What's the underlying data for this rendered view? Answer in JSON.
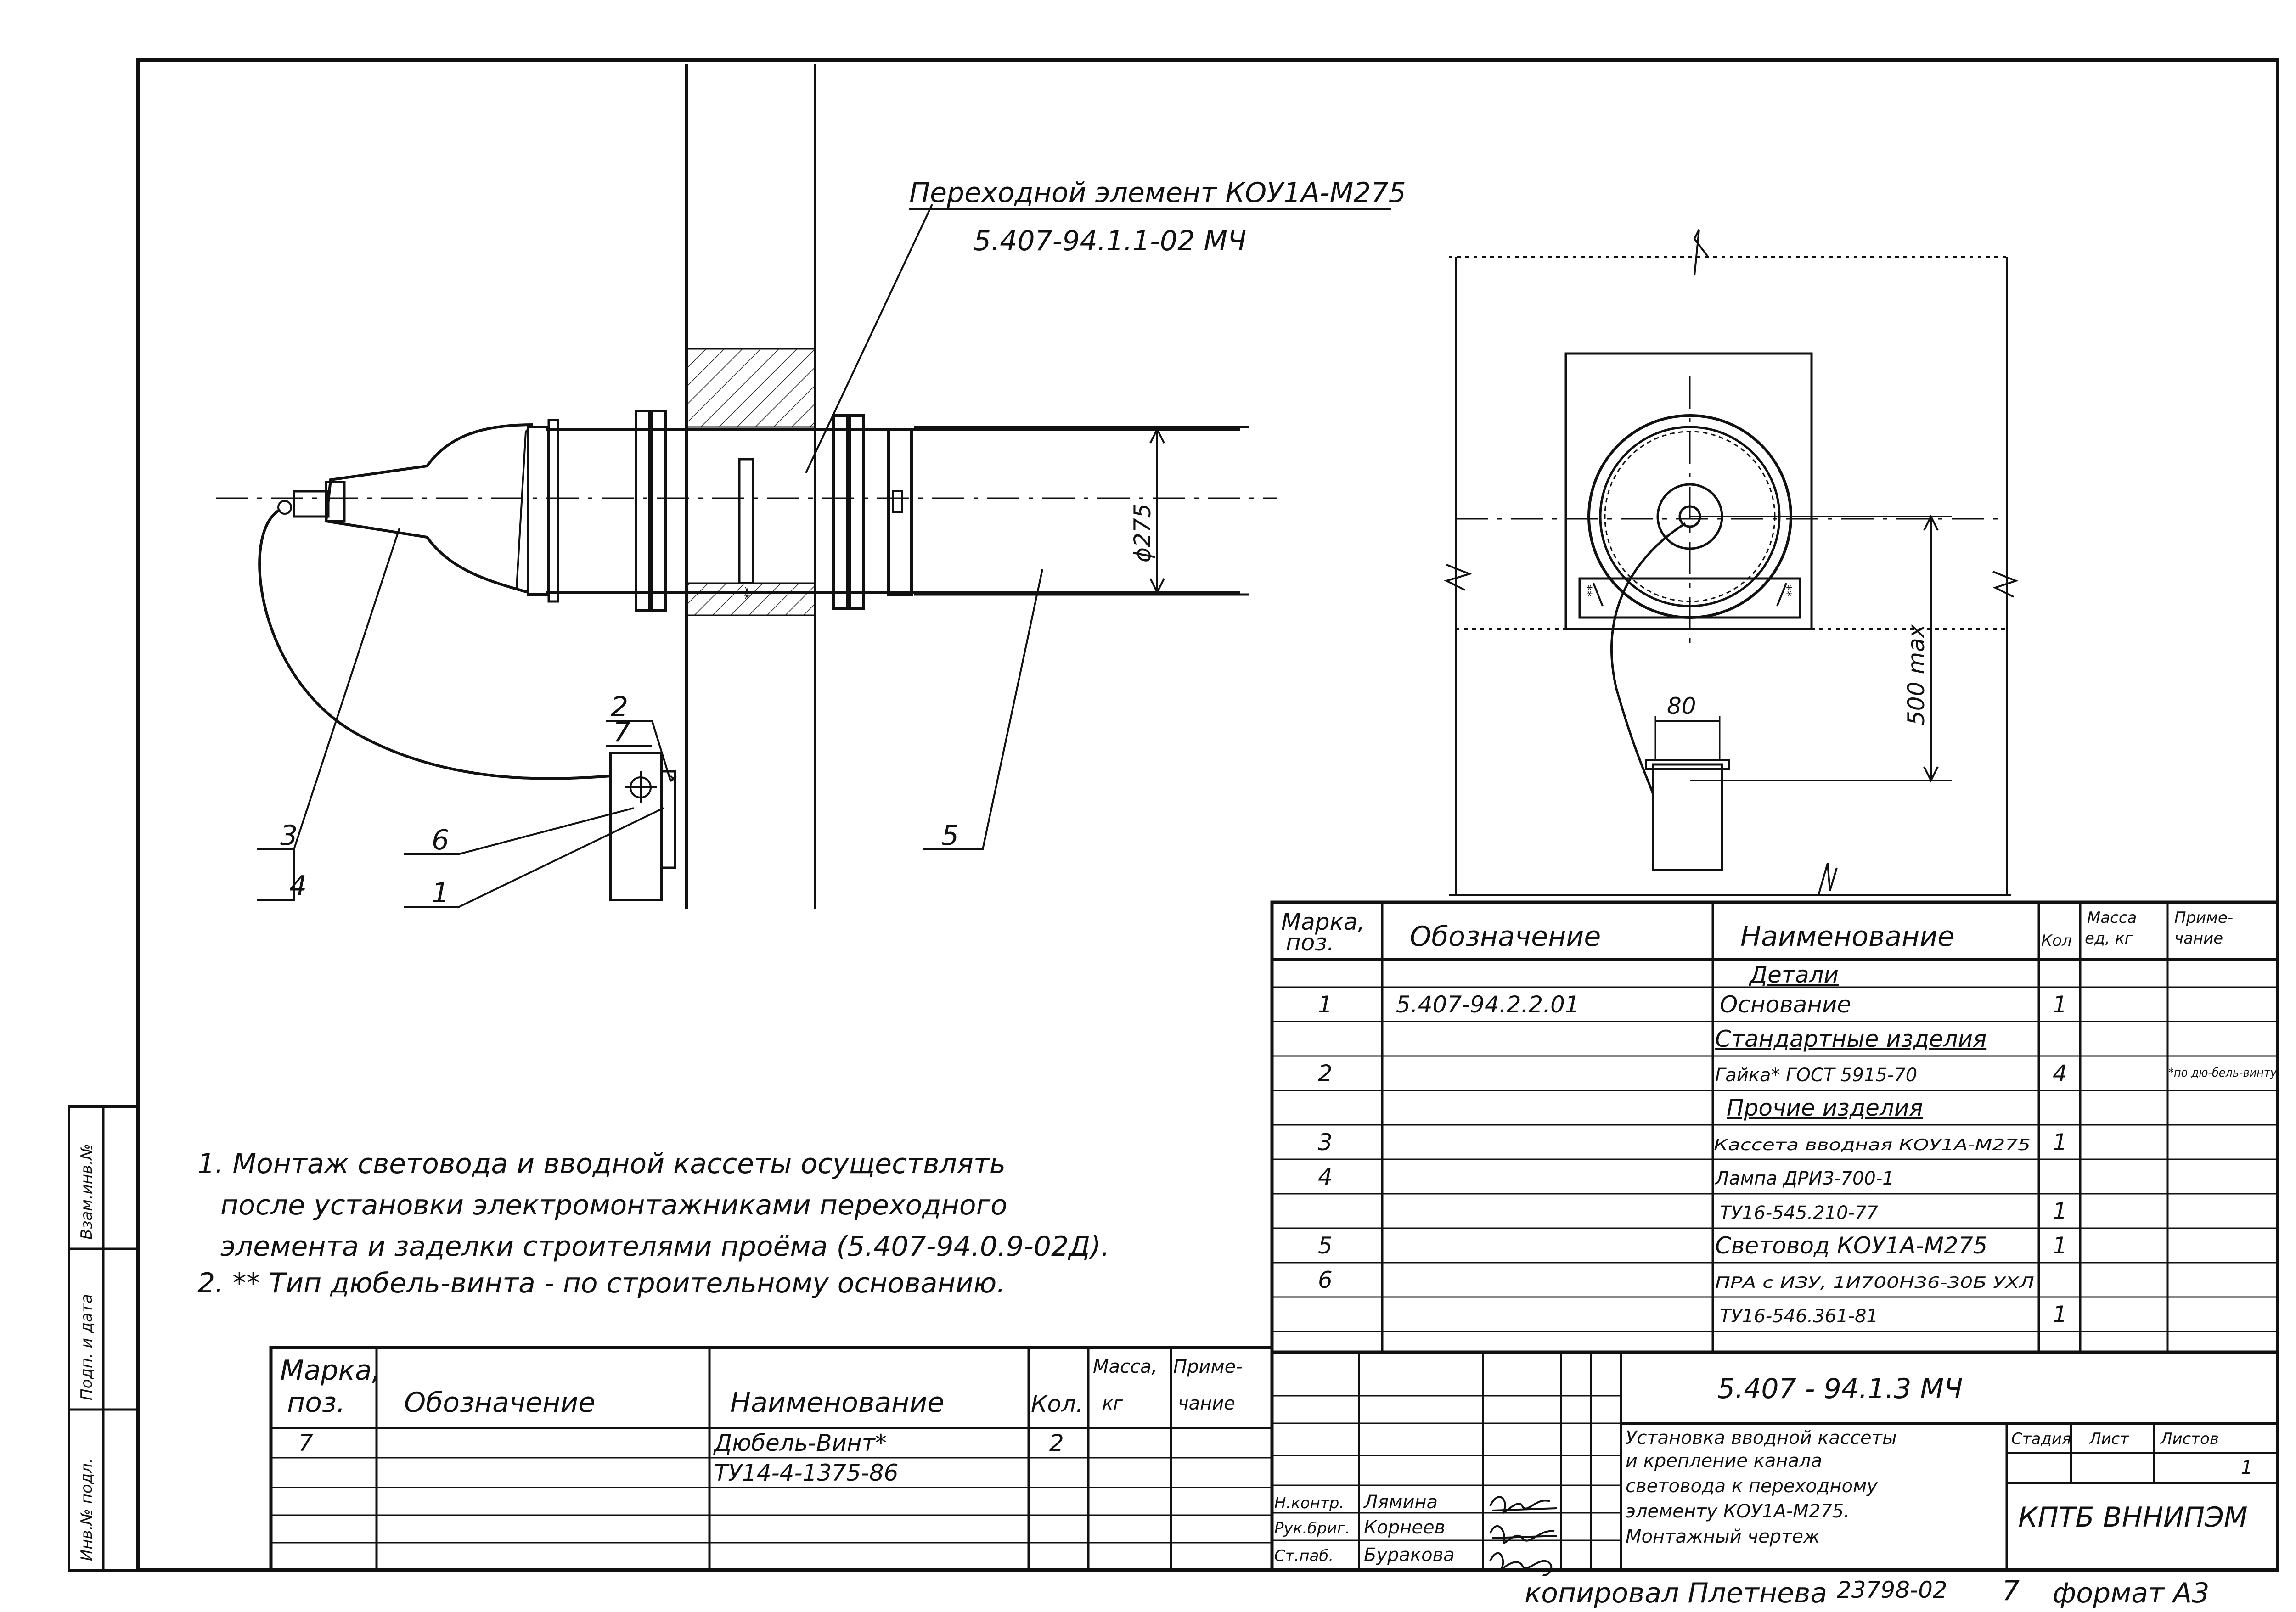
{
  "callouts": {
    "transition_title": "Переходной элемент КОУ1А-М275",
    "transition_code": "5.407-94.1.1-02 МЧ",
    "diameter": "ϕ275",
    "dim_500": "500 max",
    "dim_80": "80",
    "pos": [
      "1",
      "2",
      "3",
      "4",
      "5",
      "6",
      "7"
    ],
    "star_marks": "**"
  },
  "notes": [
    "1. Монтаж световода и вводной кассеты осуществлять",
    "после установки электромонтажниками переходного",
    "элемента и заделки строителями проёма (5.407-94.0.9-02Д).",
    "2. ** Тип дюбель-винта - по строительному основанию."
  ],
  "spec_table": {
    "headers": {
      "mark": [
        "Марка,",
        "поз."
      ],
      "designation": "Обозначение",
      "name": "Наименование",
      "qty": "Кол",
      "mass": [
        "Масса",
        "ед, кг"
      ],
      "note": [
        "Приме-",
        "чание"
      ]
    },
    "rows": [
      {
        "pos": "",
        "designation": "",
        "name": "Детали",
        "qty": "",
        "note": ""
      },
      {
        "pos": "1",
        "designation": "5.407-94.2.2.01",
        "name": "Основание",
        "qty": "1",
        "note": ""
      },
      {
        "pos": "",
        "designation": "",
        "name": "Стандартные изделия",
        "qty": "",
        "note": ""
      },
      {
        "pos": "2",
        "designation": "",
        "name": "Гайка* ГОСТ 5915-70",
        "qty": "4",
        "note": "*по дю-бель-винту"
      },
      {
        "pos": "",
        "designation": "",
        "name": "Прочие изделия",
        "qty": "",
        "note": ""
      },
      {
        "pos": "3",
        "designation": "",
        "name": "Кассета вводная КОУ1А-М275",
        "qty": "1",
        "note": ""
      },
      {
        "pos": "4",
        "designation": "",
        "name": "Лампа ДРИЗ-700-1",
        "qty": "",
        "note": ""
      },
      {
        "pos": "",
        "designation": "",
        "name": "ТУ16-545.210-77",
        "qty": "1",
        "note": ""
      },
      {
        "pos": "5",
        "designation": "",
        "name": "Световод КОУ1А-М275",
        "qty": "1",
        "note": ""
      },
      {
        "pos": "6",
        "designation": "",
        "name": "ПРА с ИЗУ, 1И700Н36-30Б УХЛ",
        "qty": "",
        "note": ""
      },
      {
        "pos": "",
        "designation": "",
        "name": "ТУ16-546.361-81",
        "qty": "1",
        "note": ""
      }
    ]
  },
  "small_table": {
    "headers": {
      "mark": [
        "Марка,",
        "поз."
      ],
      "designation": "Обозначение",
      "name": "Наименование",
      "qty": "Кол.",
      "mass": [
        "Масса,",
        "кг"
      ],
      "note": [
        "Приме-",
        "чание"
      ]
    },
    "rows": [
      {
        "pos": "7",
        "designation": "",
        "name": "Дюбель-Винт*",
        "qty": "2"
      },
      {
        "pos": "",
        "designation": "",
        "name": "ТУ14-4-1375-86",
        "qty": ""
      }
    ]
  },
  "title_block": {
    "doc_code": "5.407 - 94.1.3 МЧ",
    "title": [
      "Установка вводной кассеты",
      "и крепление канала",
      "световода к переходному",
      "элементу КОУ1А-М275.",
      "Монтажный чертеж"
    ],
    "stage_label": "Стадия",
    "sheet_label": "Лист",
    "sheets_label": "Листов",
    "sheets_value": "1",
    "org": "КПТБ ВННИПЭМ",
    "signers": [
      {
        "role": "Н.контр.",
        "name": "Лямина"
      },
      {
        "role": "Рук.бриг.",
        "name": "Корнеев"
      },
      {
        "role": "Ст.паб.",
        "name": "Буракова"
      }
    ]
  },
  "side_stamps": [
    "Взам.инв.№",
    "Подп. и дата",
    "Инв.№ подл."
  ],
  "footer": {
    "copied_by": "копировал Плетнева",
    "number": "23798-02",
    "sheet_no": "7",
    "format": "формат А3"
  }
}
